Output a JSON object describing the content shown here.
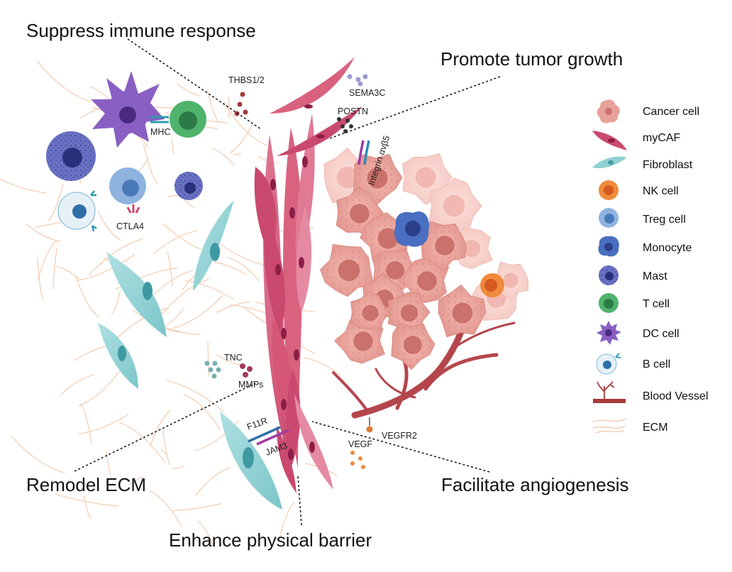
{
  "functions": {
    "suppress": "Suppress immune response",
    "promote": "Promote tumor growth",
    "remodel": "Remodel ECM",
    "angiogenesis": "Facilitate angiogenesis",
    "barrier": "Enhance physical barrier"
  },
  "molecules": {
    "thbs": "THBS1/2",
    "sema3c": "SEMA3C",
    "postn": "POSTN",
    "integrin": "Integrin αvβ5",
    "mhc": "MHC",
    "ctla4": "CTLA4",
    "tnc": "TNC",
    "mmps": "MMPs",
    "f11r": "F11R",
    "jam3": "JAM3",
    "vegfr2": "VEGFR2",
    "vegf": "VEGF"
  },
  "legend": [
    {
      "label": "Cancer cell",
      "icon": "cancer-cell-icon",
      "color": "#e8a09a"
    },
    {
      "label": "myCAF",
      "icon": "mycaf-icon",
      "color": "#c94a6e"
    },
    {
      "label": "Fibroblast",
      "icon": "fibroblast-icon",
      "color": "#8fd0d2"
    },
    {
      "label": "NK cell",
      "icon": "nk-cell-icon",
      "color": "#f08a3c"
    },
    {
      "label": "Treg cell",
      "icon": "treg-cell-icon",
      "color": "#8fb3df"
    },
    {
      "label": "Monocyte",
      "icon": "monocyte-icon",
      "color": "#4a6fc0"
    },
    {
      "label": "Mast",
      "icon": "mast-cell-icon",
      "color": "#6a72c4"
    },
    {
      "label": "T cell",
      "icon": "t-cell-icon",
      "color": "#4fb36b"
    },
    {
      "label": "DC cell",
      "icon": "dc-cell-icon",
      "color": "#8a5fc4"
    },
    {
      "label": "B cell",
      "icon": "b-cell-icon",
      "color": "#2f6fa8"
    },
    {
      "label": "Blood Vessel",
      "icon": "blood-vessel-icon",
      "color": "#a83a3a"
    },
    {
      "label": "ECM",
      "icon": "ecm-icon",
      "color": "#f2c7a8"
    }
  ]
}
